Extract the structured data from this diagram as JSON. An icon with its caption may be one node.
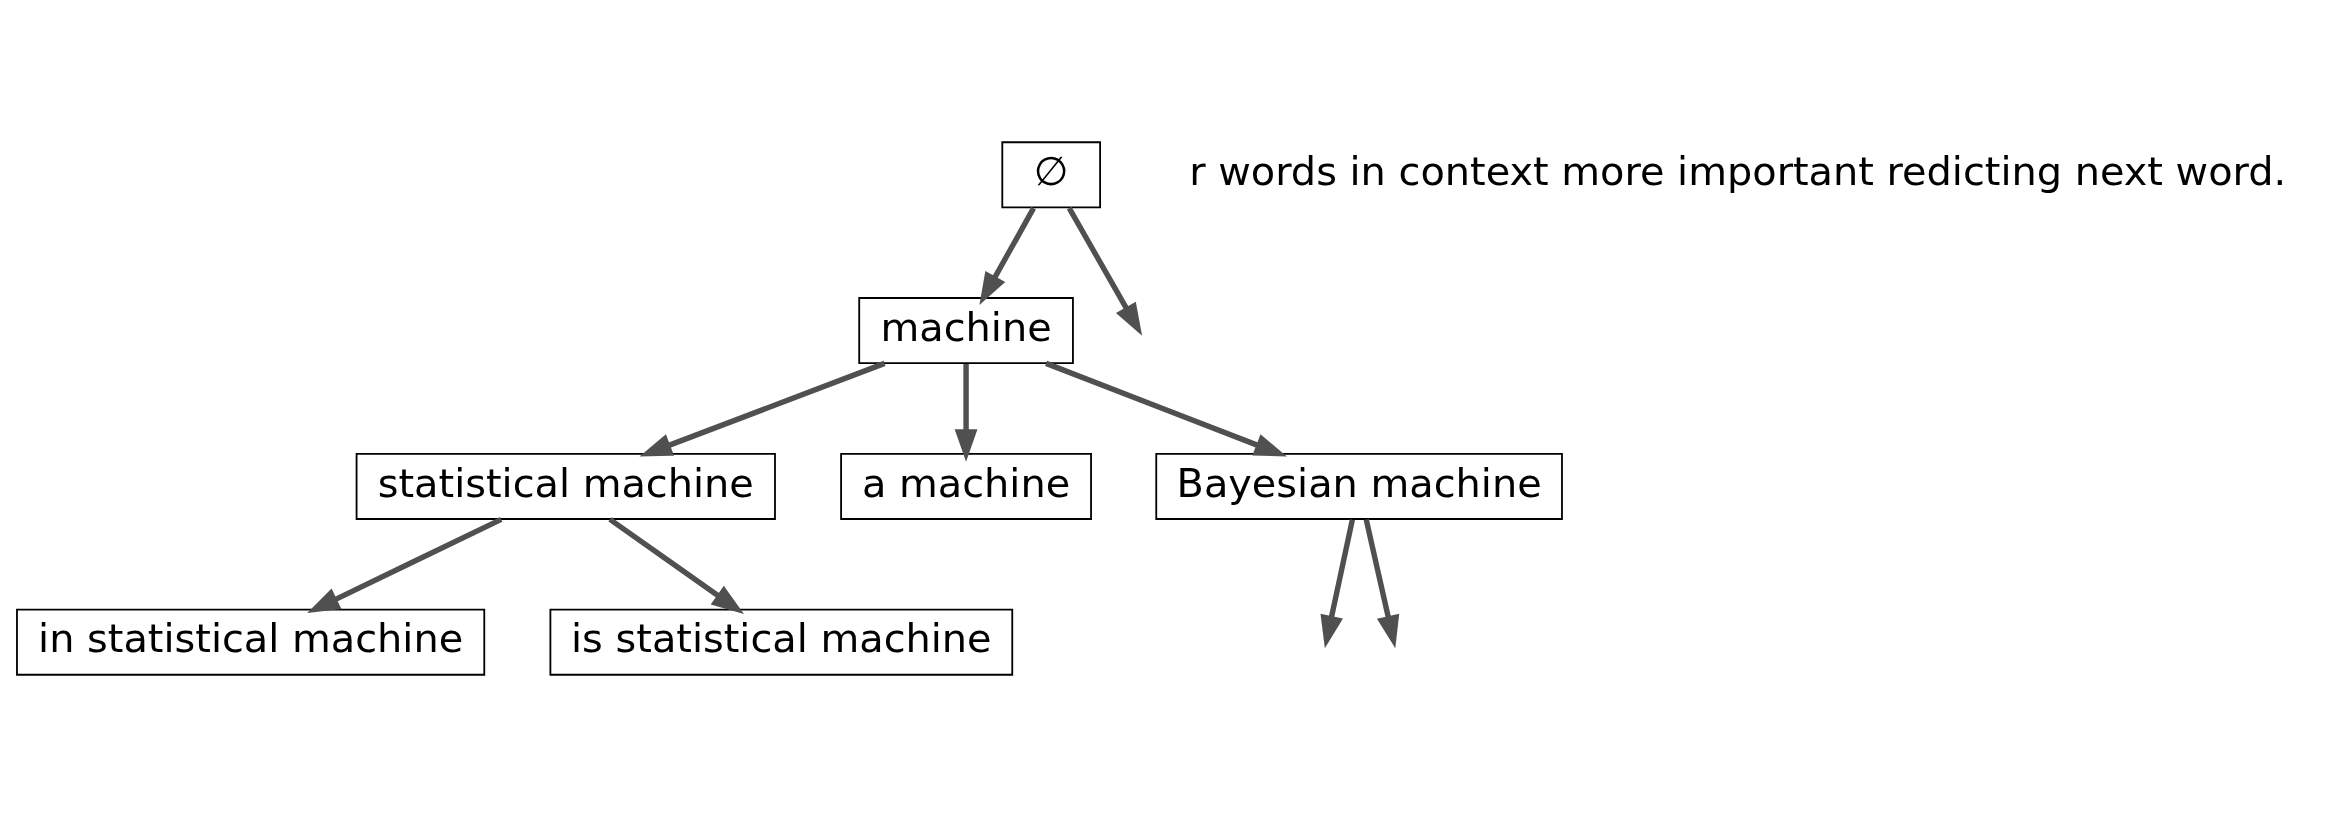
{
  "diagram": {
    "nodes": [
      {
        "text": [
          "∅"
        ]
      },
      {
        "text": [
          "machine"
        ]
      },
      {
        "text": [
          "statistical machine"
        ]
      },
      {
        "text": [
          "a machine"
        ]
      },
      {
        "text": [
          "Bayesian machine"
        ]
      },
      {
        "text": [
          "in statistical machine"
        ]
      },
      {
        "text": [
          "is statistical machine"
        ]
      }
    ],
    "edges": [
      {
        "from": 0,
        "to": 1,
        "arrow": "to"
      },
      {
        "from": 0,
        "to": null,
        "arrow": "to"
      },
      {
        "from": 1,
        "to": 2,
        "arrow": "to"
      },
      {
        "from": 1,
        "to": 3,
        "arrow": "to"
      },
      {
        "from": 1,
        "to": 4,
        "arrow": "to"
      },
      {
        "from": 2,
        "to": 5,
        "arrow": "to"
      },
      {
        "from": 2,
        "to": 6,
        "arrow": "to"
      },
      {
        "from": 4,
        "to": null,
        "arrow": "to"
      },
      {
        "from": 4,
        "to": null,
        "arrow": "to"
      }
    ],
    "labels": [
      "r words in context more important redicting next word."
    ]
  }
}
